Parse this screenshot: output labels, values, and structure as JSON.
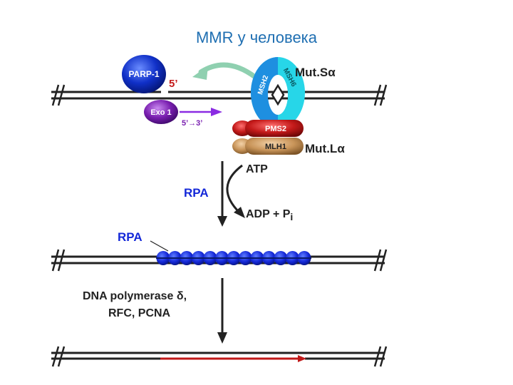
{
  "title": "MMR у человека",
  "proteins": {
    "parp1": "PARP-1",
    "exo1": "Exo 1",
    "msh2": "MSH2",
    "msh6": "MSH6",
    "pms2": "PMS2",
    "mlh1": "MLH1"
  },
  "complexes": {
    "mutsa": "Mut.Sα",
    "mutla": "Mut.Lα"
  },
  "labels": {
    "five_prime": "5’",
    "direction": "5’→3’",
    "atp": "ATP",
    "adp": "ADP + P",
    "adp_sub": "i",
    "rpa_top": "RPA",
    "rpa_side": "RPA",
    "polymerase_line1": "DNA polymerase δ,",
    "polymerase_line2": "RFC, PCNA"
  },
  "colors": {
    "title": "#1f6fb2",
    "parp1": "#1030c8",
    "exo1": "#7a1fb0",
    "msh2": "#1e8fe0",
    "msh6": "#27d6e8",
    "pms2": "#c41a1a",
    "mlh1": "#c9955a",
    "rpa": "#1428d8",
    "new_strand": "#c01818",
    "arrow_green": "#8fd0b0",
    "arrow_purple": "#8a2be2"
  }
}
